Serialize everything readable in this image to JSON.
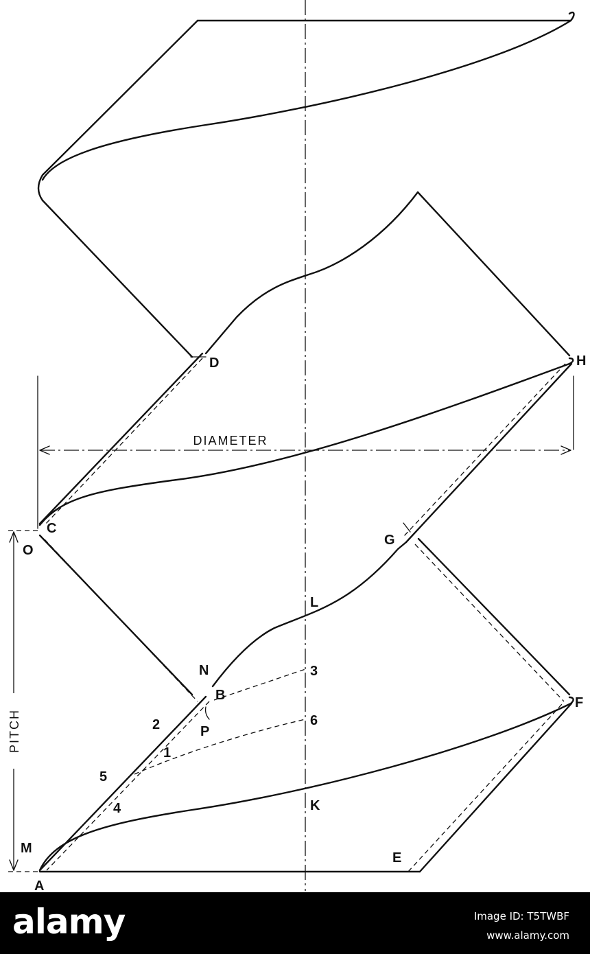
{
  "diagram": {
    "labels": {
      "A": "A",
      "B": "B",
      "C": "C",
      "D": "D",
      "E": "E",
      "F": "F",
      "G": "G",
      "H": "H",
      "K": "K",
      "L": "L",
      "M": "M",
      "N": "N",
      "O": "O",
      "P": "P",
      "n1": "1",
      "n2": "2",
      "n3": "3",
      "n4": "4",
      "n5": "5",
      "n6": "6"
    },
    "diameter_label": "DIAMETER",
    "pitch_label": "PITCH"
  },
  "watermark": {
    "logo": "alamy",
    "image_id": "Image ID: T5TWBF",
    "url": "www.alamy.com"
  }
}
